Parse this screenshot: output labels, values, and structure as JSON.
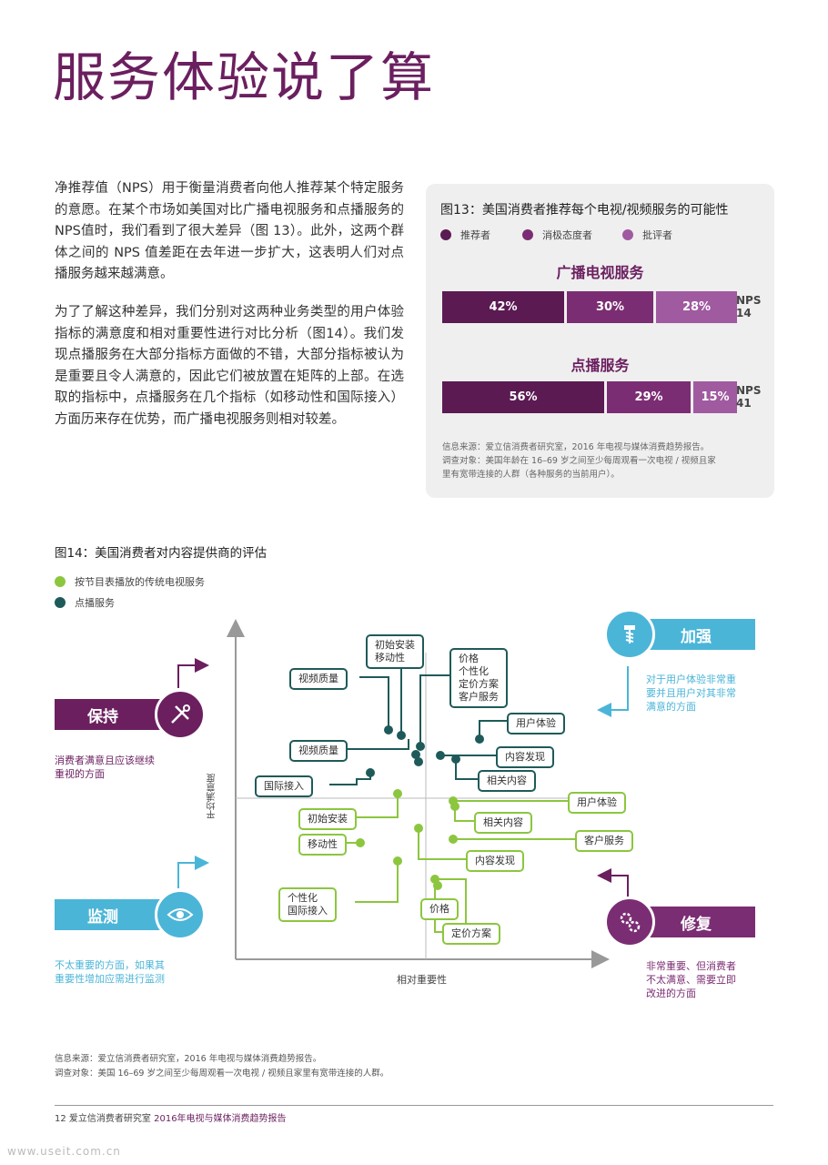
{
  "page_title": "服务体验说了算",
  "paragraphs": [
    "净推荐值（NPS）用于衡量消费者向他人推荐某个特定服务的意愿。在某个市场如美国对比广播电视服务和点播服务的NPS值时，我们看到了很大差异（图 13）。此外，这两个群体之间的 NPS 值差距在去年进一步扩大，这表明人们对点播服务越来越满意。",
    "为了了解这种差异，我们分别对这两种业务类型的用户体验指标的满意度和相对重要性进行对比分析（图14）。我们发现点播服务在大部分指标方面做的不错，大部分指标被认为是重要且令人满意的，因此它们被放置在矩阵的上部。在选取的指标中，点播服务在几个指标（如移动性和国际接入）方面历来存在优势，而广播电视服务则相对较差。"
  ],
  "fig13": {
    "title": "图13：美国消费者推荐每个电视/视频服务的可能性",
    "legend": [
      {
        "label": "推荐者",
        "color": "#5b1a52"
      },
      {
        "label": "消极态度者",
        "color": "#7b2d73"
      },
      {
        "label": "批评者",
        "color": "#a05aa0"
      }
    ],
    "sections": [
      {
        "title": "广播电视服务",
        "values": [
          42,
          30,
          28
        ],
        "labels": [
          "42%",
          "30%",
          "28%"
        ],
        "nps_label": "NPS",
        "nps_value": "14"
      },
      {
        "title": "点播服务",
        "values": [
          56,
          29,
          15
        ],
        "labels": [
          "56%",
          "29%",
          "15%"
        ],
        "nps_label": "NPS",
        "nps_value": "41"
      }
    ],
    "source": [
      "信息来源：爱立信消费者研究室，2016 年电视与媒体消费趋势报告。",
      "调查对象：美国年龄在 16–69 岁之间至少每周观看一次电视 / 视频且家",
      "里有宽带连接的人群（各种服务的当前用户）。"
    ]
  },
  "fig14": {
    "title": "图14：美国消费者对内容提供商的评估",
    "legend": [
      {
        "label": "按节目表播放的传统电视服务",
        "color": "#8cc63f"
      },
      {
        "label": "点播服务",
        "color": "#1f5a5a"
      }
    ],
    "y_axis_label": "平均满意度",
    "x_axis_label": "相对重要性",
    "quadrants": {
      "keep": {
        "title": "保持",
        "desc": [
          "消费者满意且应该继续",
          "重视的方面"
        ],
        "color": "#6b1f5f"
      },
      "strengthen": {
        "title": "加强",
        "desc": [
          "对于用户体验非常重",
          "要并且用户对其非常",
          "满意的方面"
        ],
        "color": "#4bb5d8"
      },
      "monitor": {
        "title": "监测",
        "desc": [
          "不太重要的方面，如果其",
          "重要性增加应需进行监测"
        ],
        "color": "#4bb5d8"
      },
      "fix": {
        "title": "修复",
        "desc": [
          "非常重要、但消费者",
          "不太满意、需要立即",
          "改进的方面"
        ],
        "color": "#7b2d73"
      }
    },
    "labels": {
      "t_init_mobile": [
        "初始安装",
        "移动性"
      ],
      "t_video_quality": "视频质量",
      "t_price_group": [
        "价格",
        "个性化",
        "定价方案",
        "客户服务"
      ],
      "t_ux": "用户体验",
      "t_discovery": "内容发现",
      "t_related": "相关内容",
      "t_intl": "国际接入",
      "g_video_quality": "视频质量",
      "g_init": "初始安装",
      "g_mobile": "移动性",
      "g_ux": "用户体验",
      "g_related": "相关内容",
      "g_cs": "客户服务",
      "g_discovery": "内容发现",
      "g_pers_intl": [
        "个性化",
        "国际接入"
      ],
      "g_price": "价格",
      "g_plan": "定价方案"
    },
    "source": [
      "信息来源：爱立信消费者研究室，2016 年电视与媒体消费趋势报告。",
      "调查对象：美国 16–69 岁之间至少每周观看一次电视 / 视频且家里有宽带连接的人群。"
    ]
  },
  "footer": {
    "page": "12",
    "org": "爱立信消费者研究室",
    "report": "2016年电视与媒体消费趋势报告"
  },
  "watermark": "www.useit.com.cn"
}
